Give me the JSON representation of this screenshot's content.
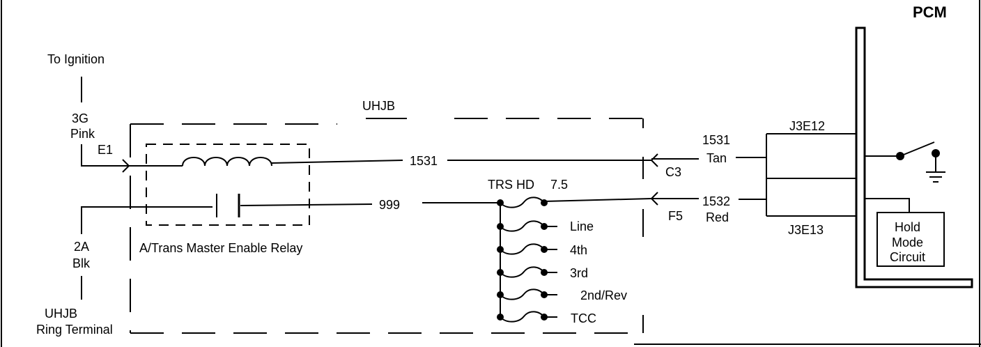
{
  "pcm_title": "PCM",
  "uhjb_title": "UHJB",
  "ignition": {
    "label": "To Ignition",
    "pin": "3G",
    "color": "Pink",
    "terminal": "E1"
  },
  "ground": {
    "pin": "2A",
    "color": "Blk",
    "label_line1": "UHJB",
    "label_line2": "Ring Terminal"
  },
  "relay_label": "A/Trans Master Enable Relay",
  "wire_1531": {
    "circuit": "1531",
    "circuit_pcm": "1531",
    "color": "Tan",
    "connector": "C3",
    "pin": "J3E12"
  },
  "wire_999": {
    "circuit": "999"
  },
  "wire_1532": {
    "circuit": "1532",
    "color": "Red",
    "connector": "F5",
    "pin": "J3E13"
  },
  "fuse_block": {
    "title": "TRS HD",
    "rating": "7.5",
    "outputs": [
      "Line",
      "4th",
      "3rd",
      "2nd/Rev",
      "TCC"
    ]
  },
  "hold_mode": {
    "line1": "Hold",
    "line2": "Mode",
    "line3": "Circuit"
  }
}
